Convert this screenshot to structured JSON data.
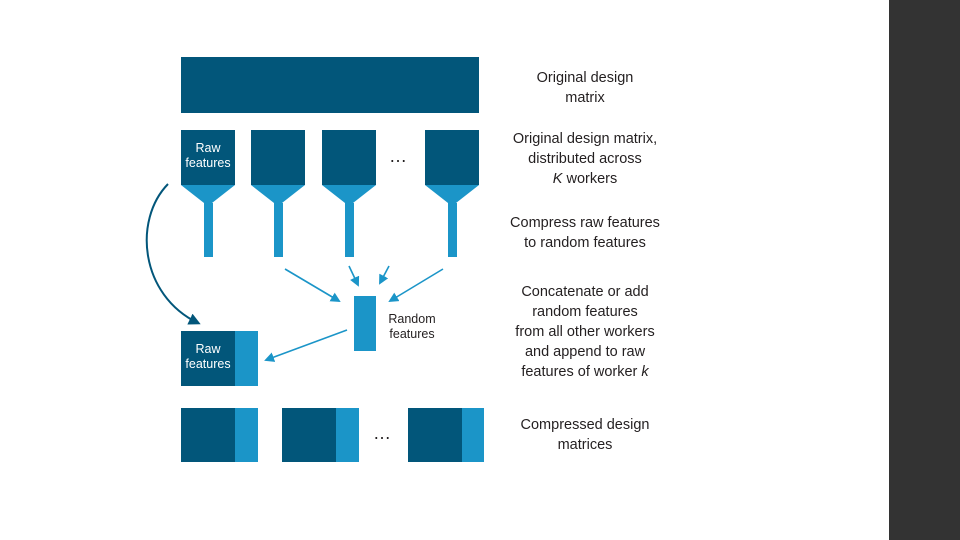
{
  "colors": {
    "dark_blue": "#02567a",
    "light_blue": "#1b95c8",
    "sidebar": "#333333",
    "text": "#231f20"
  },
  "diagram": {
    "worker1_label": [
      "Raw",
      "features"
    ],
    "ellipsis_workers": "…",
    "random_label": [
      "Random",
      "features"
    ],
    "result_label": [
      "Raw",
      "features"
    ],
    "ellipsis_matrices": "…"
  },
  "steps": [
    {
      "id": "original",
      "lines": [
        "Original design",
        "matrix"
      ]
    },
    {
      "id": "distributed",
      "lines": [
        "Original design matrix,",
        "distributed across",
        "workers"
      ],
      "italic_prefix": "K"
    },
    {
      "id": "compress",
      "lines": [
        "Compress raw features",
        "to random features"
      ]
    },
    {
      "id": "concatenate",
      "lines": [
        "Concatenate or add",
        "random features",
        "from all other workers",
        "and append to raw",
        "features of worker"
      ],
      "italic_suffix": "k"
    },
    {
      "id": "compressed",
      "lines": [
        "Compressed design",
        "matrices"
      ]
    }
  ]
}
